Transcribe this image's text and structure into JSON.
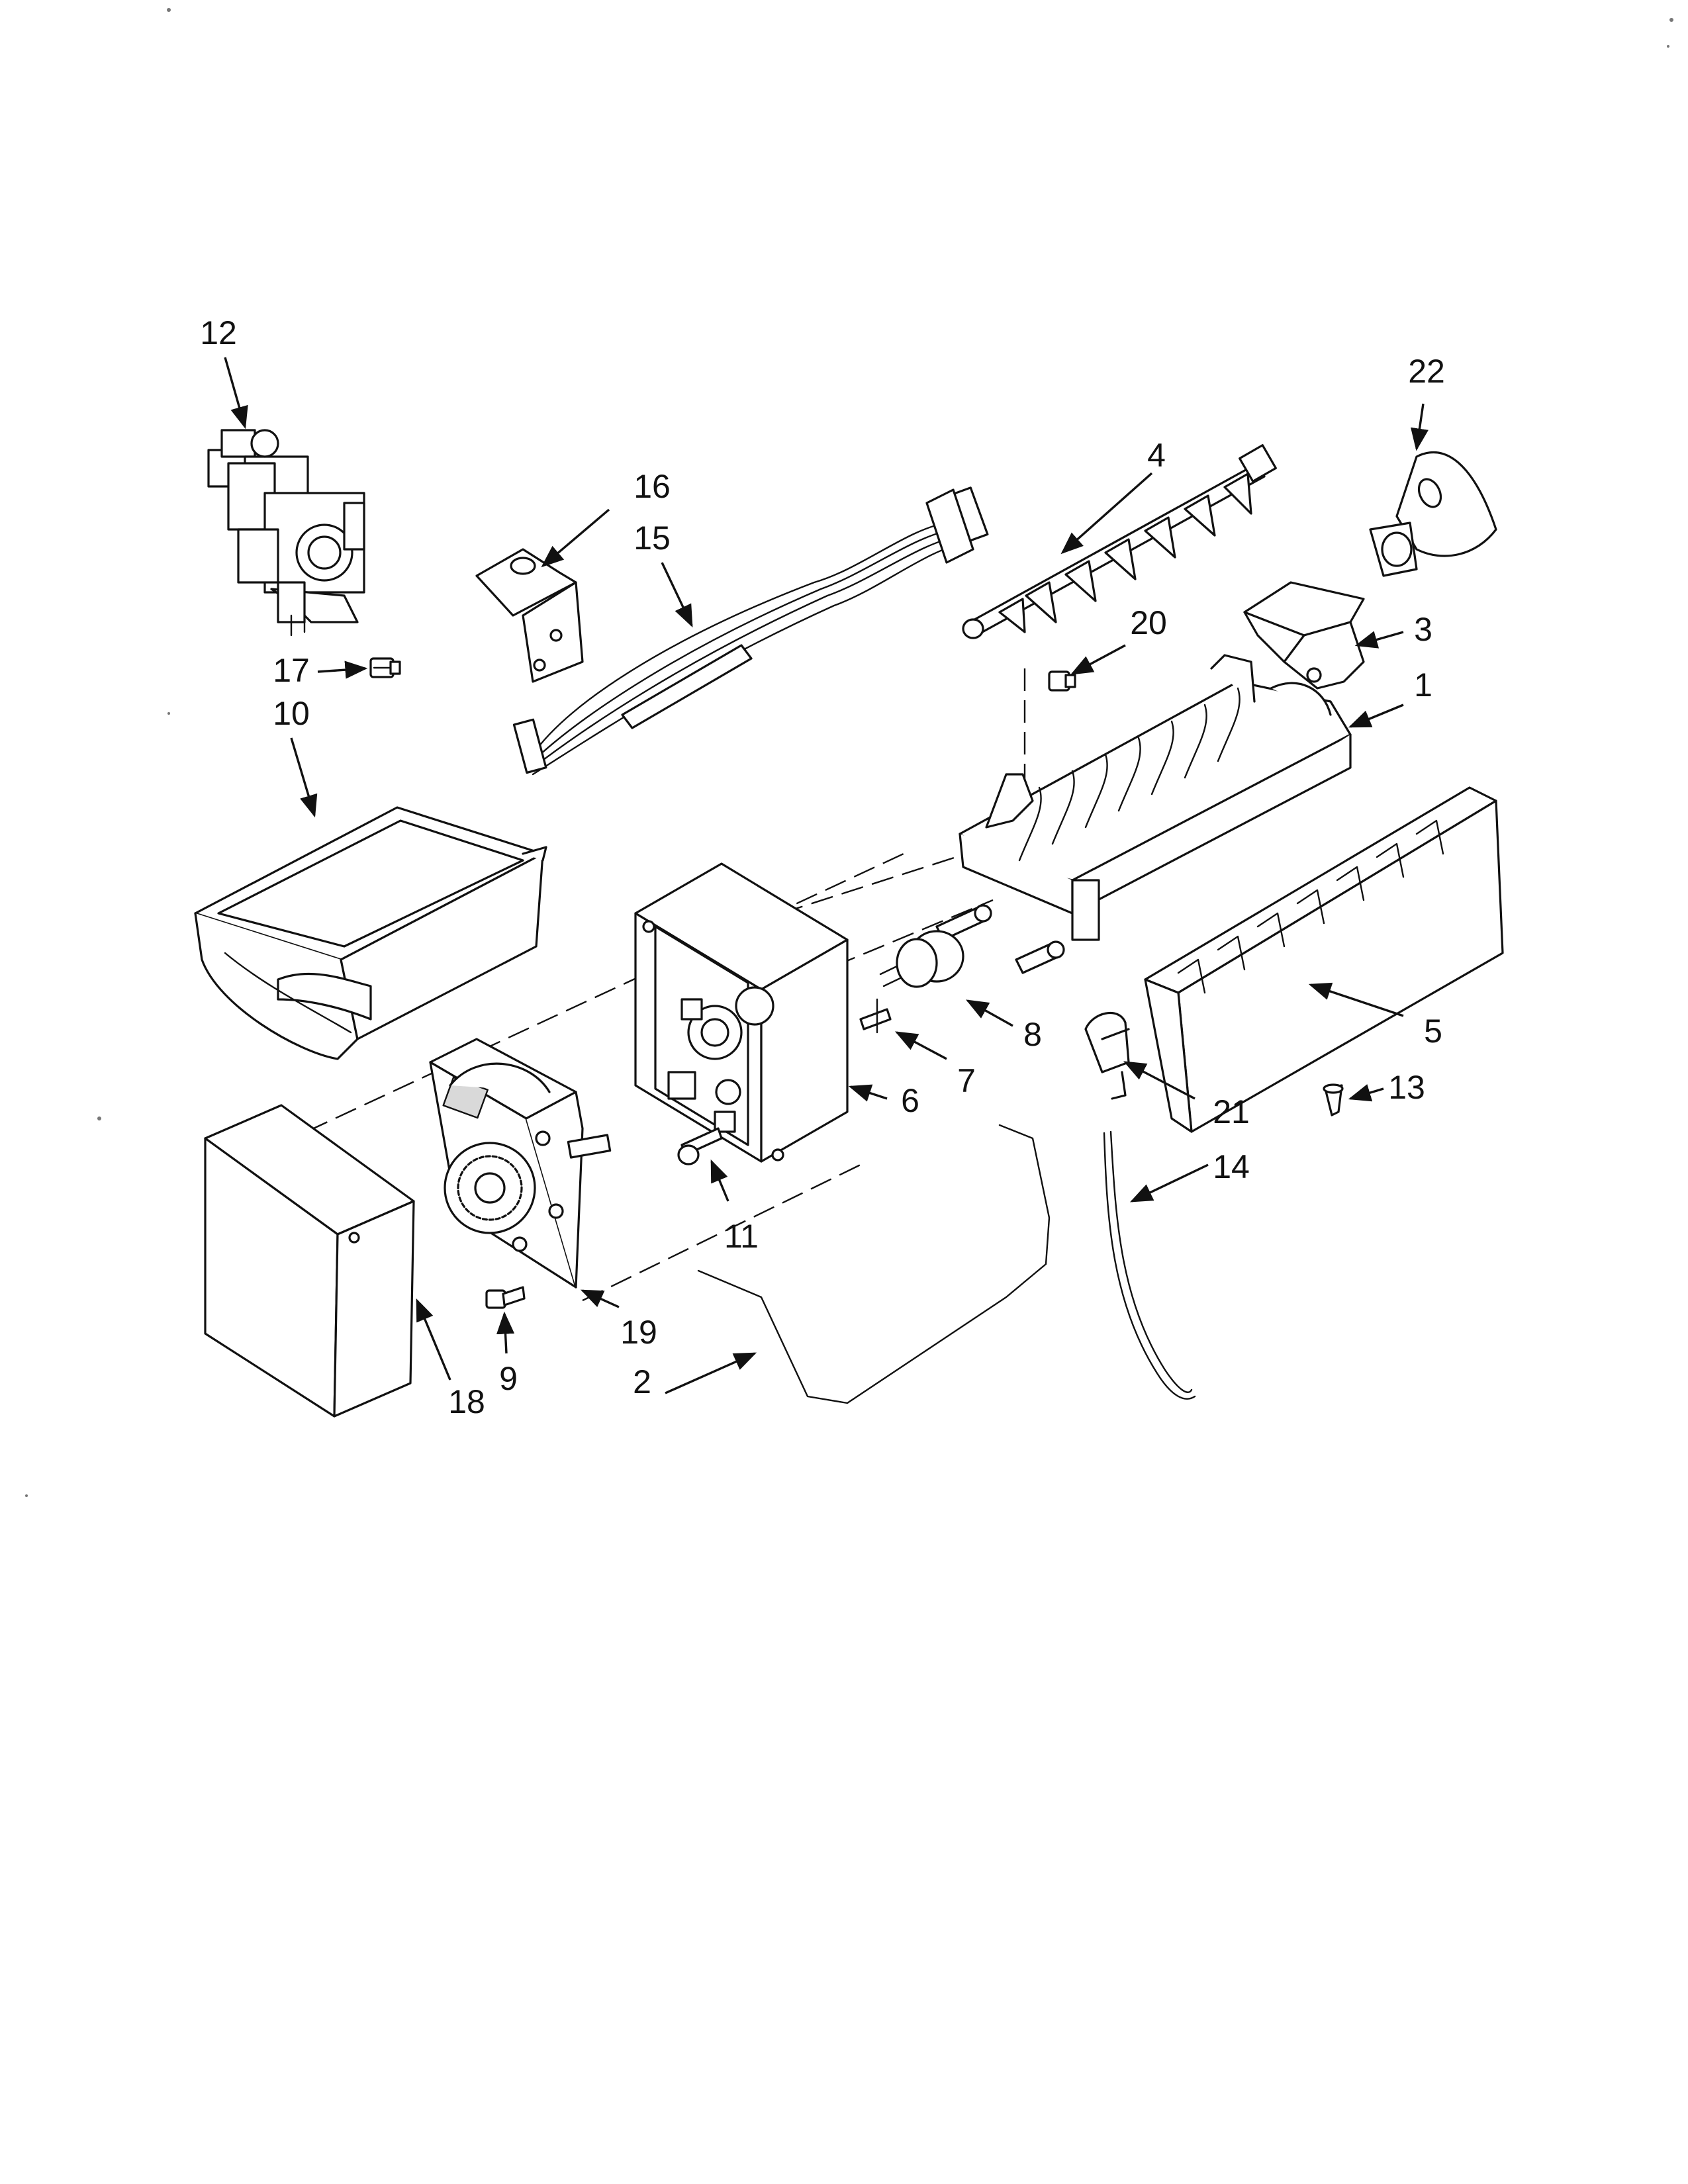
{
  "callouts": [
    "12",
    "22",
    "16",
    "4",
    "15",
    "20",
    "3",
    "17",
    "1",
    "10",
    "8",
    "5",
    "7",
    "6",
    "21",
    "13",
    "11",
    "14",
    "19",
    "9",
    "18",
    "2"
  ]
}
